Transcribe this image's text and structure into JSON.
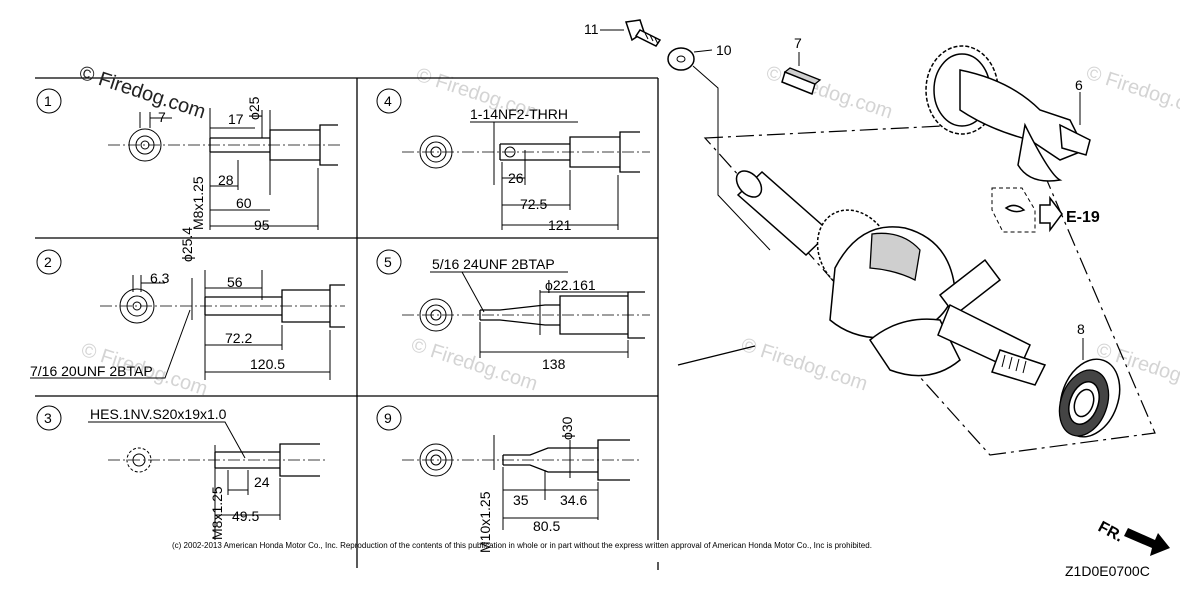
{
  "watermark": {
    "main": "© Firedog.com",
    "faint": "© Firedog.com"
  },
  "callouts": {
    "c11": "11",
    "c10": "10",
    "c7": "7",
    "c6": "6",
    "c8": "8",
    "ref": "E-19"
  },
  "panels": {
    "p1": {
      "num": "1",
      "d_dia": "ϕ25",
      "d7": "7",
      "d17": "17",
      "d28": "28",
      "d60": "60",
      "d95": "95",
      "thread": "M8x1.25"
    },
    "p2": {
      "num": "2",
      "d_dia": "ϕ25.4",
      "d63": "6.3",
      "d56": "56",
      "d722": "72.2",
      "d1205": "120.5",
      "tap": "7/16 20UNF 2BTAP"
    },
    "p3": {
      "num": "3",
      "spline": "HES.1NV.S20x19x1.0",
      "d24": "24",
      "d495": "49.5",
      "thread": "M8x1.25"
    },
    "p4": {
      "num": "4",
      "thread": "1-14NF2-THRH",
      "d26": "26",
      "d725": "72.5",
      "d121": "121"
    },
    "p5": {
      "num": "5",
      "tap": "5/16 24UNF 2BTAP",
      "d_dia": "ϕ22.161",
      "d138": "138"
    },
    "p9": {
      "num": "9",
      "d_dia": "ϕ30",
      "d35": "35",
      "d346": "34.6",
      "d805": "80.5",
      "thread": "M10x1.25"
    }
  },
  "fr_label": "FR.",
  "copyright": "(c) 2002-2013 American Honda Motor Co., Inc. Reproduction of the contents of this publication in whole or in part without the express written approval of American Honda Motor Co., Inc is prohibited.",
  "diagram_code": "Z1D0E0700C"
}
